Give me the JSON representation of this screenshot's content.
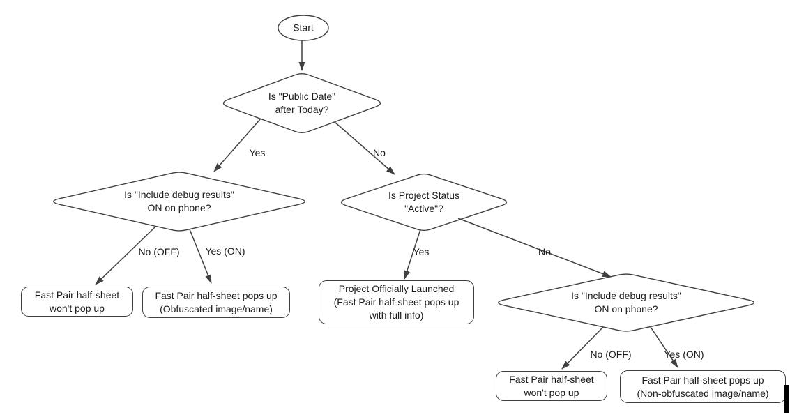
{
  "colors": {
    "stroke": "#404040",
    "fill": "#ffffff",
    "text": "#1a1a1a",
    "background": "#ffffff"
  },
  "flowchart": {
    "nodes": {
      "start": {
        "label": "Start",
        "shape": "ellipse"
      },
      "decision_public_date": {
        "label": "Is \"Public Date\"\nafter Today?",
        "shape": "diamond"
      },
      "decision_debug_phone_left": {
        "label": "Is \"Include debug results\"\nON on phone?",
        "shape": "diamond"
      },
      "decision_project_status": {
        "label": "Is Project Status\n\"Active\"?",
        "shape": "diamond"
      },
      "decision_debug_phone_right": {
        "label": "Is \"Include debug results\"\nON on phone?",
        "shape": "diamond"
      },
      "result_wont_pop_up_left": {
        "label": "Fast Pair half-sheet\nwon't pop up",
        "shape": "rounded-rect"
      },
      "result_obfuscated": {
        "label": "Fast Pair half-sheet pops up\n(Obfuscated image/name)",
        "shape": "rounded-rect"
      },
      "result_launched": {
        "label": "Project Officially Launched\n(Fast Pair half-sheet pops up\nwith full info)",
        "shape": "rounded-rect"
      },
      "result_wont_pop_up_right": {
        "label": "Fast Pair half-sheet\nwon't pop up",
        "shape": "rounded-rect"
      },
      "result_non_obfuscated": {
        "label": "Fast Pair half-sheet pops up\n(Non-obfuscated image/name)",
        "shape": "rounded-rect"
      }
    },
    "edge_labels": {
      "public_date_yes": "Yes",
      "public_date_no": "No",
      "debug_left_no_off": "No (OFF)",
      "debug_left_yes_on": "Yes (ON)",
      "status_yes": "Yes",
      "status_no": "No",
      "debug_right_no_off": "No (OFF)",
      "debug_right_yes_on": "Yes (ON)"
    }
  }
}
